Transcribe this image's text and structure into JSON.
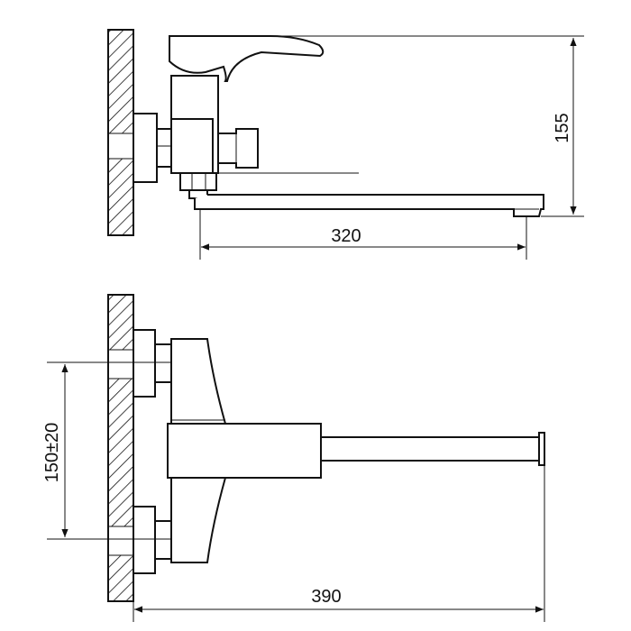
{
  "colors": {
    "line": "#111111",
    "background": "#ffffff"
  },
  "dimensions": {
    "spout_length": "320",
    "total_height": "155",
    "inlet_spacing": "150±20",
    "overall_length": "390"
  }
}
